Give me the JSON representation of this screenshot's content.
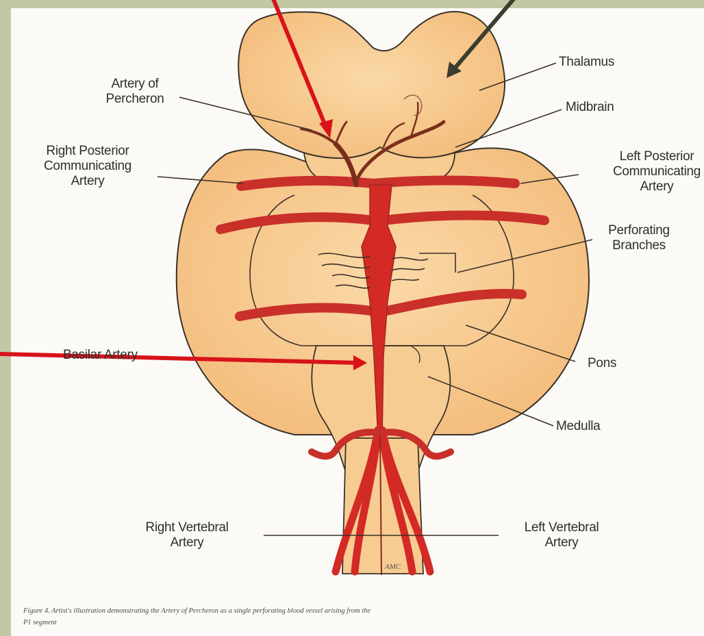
{
  "labels": {
    "artery_of_percheron": "Artery of\nPercheron",
    "thalamus": "Thalamus",
    "midbrain": "Midbrain",
    "right_posterior_communicating": "Right Posterior\nCommunicating\nArtery",
    "left_posterior_communicating": "Left Posterior\nCommunicating\nArtery",
    "perforating_branches": "Perforating\nBranches",
    "basilar_artery": "Basilar Artery",
    "pons": "Pons",
    "medulla": "Medulla",
    "right_vertebral": "Right Vertebral\nArtery",
    "left_vertebral": "Left Vertebral\nArtery"
  },
  "signature": "AMC",
  "caption": {
    "line1": "Figure 4. Artist's illustration demonstrating the Artery of Percheron as a single perforating blood vessel arising from the",
    "line2": "P1 segment"
  },
  "colors": {
    "tissue": "#f6c98e",
    "tissue_outline": "#3a3028",
    "artery": "#d42a25",
    "artery_dark": "#8a2a1e",
    "pointer_red": "#d8131a",
    "pointer_dark": "#3b3d30",
    "background": "#c3c8a4",
    "frame": "#fbfaf6"
  }
}
